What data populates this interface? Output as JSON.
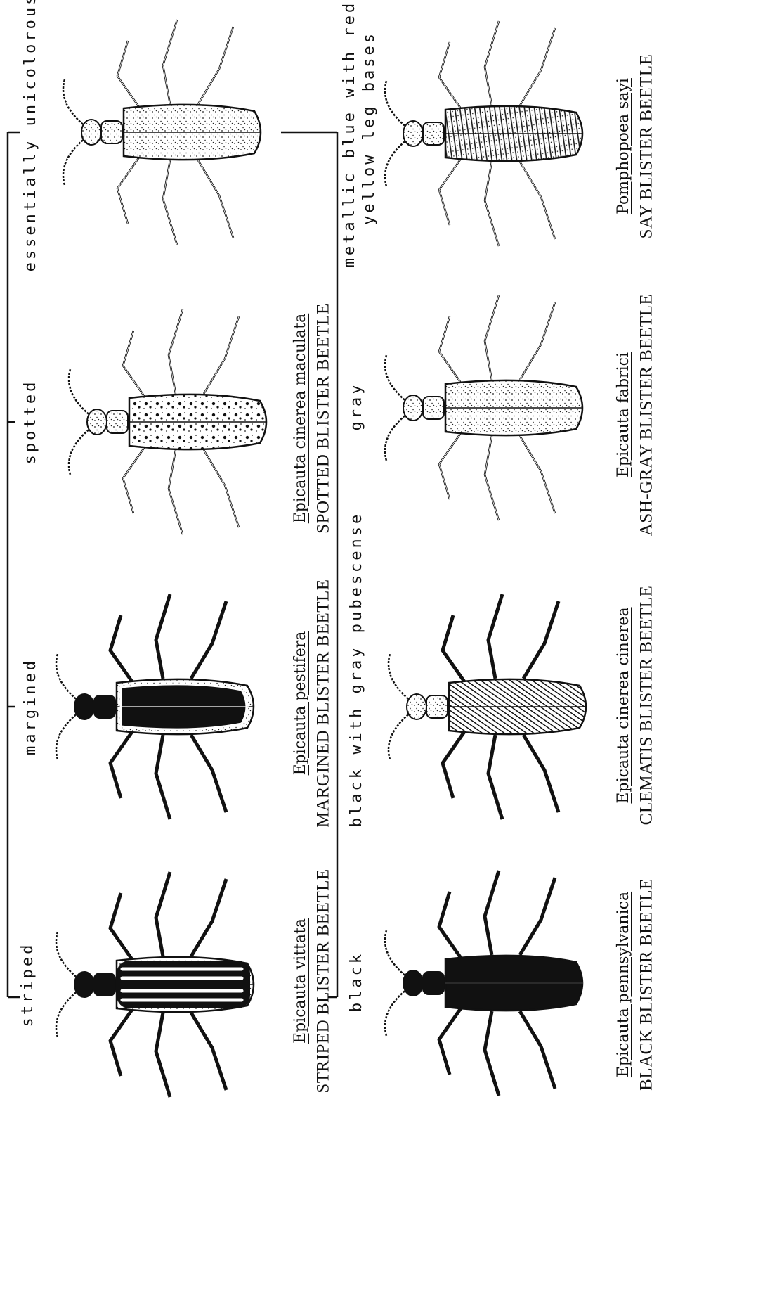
{
  "key_labels": {
    "striped": "striped",
    "margined": "margined",
    "spotted": "spotted",
    "unicolorous": "essentially unicolorous",
    "black": "black",
    "gray_pubescence": "black with gray pubescense",
    "gray": "gray",
    "metallic_line1": "metallic blue with red-",
    "metallic_line2": "yellow leg bases"
  },
  "species": [
    {
      "scientific": "Epicauta vittata",
      "common": "STRIPED BLISTER BEETLE",
      "pattern": "striped"
    },
    {
      "scientific": "Epicauta pestifera",
      "common": "MARGINED BLISTER BEETLE",
      "pattern": "margined"
    },
    {
      "scientific": "Epicauta cinerea maculata",
      "common": "SPOTTED BLISTER BEETLE",
      "pattern": "spotted"
    },
    {
      "scientific": "Epicauta pennsylvanica",
      "common": "BLACK BLISTER BEETLE",
      "pattern": "black"
    },
    {
      "scientific": "Epicauta cinerea cinerea",
      "common": "CLEMATIS BLISTER BEETLE",
      "pattern": "hatched"
    },
    {
      "scientific": "Epicauta fabrici",
      "common": "ASH-GRAY BLISTER BEETLE",
      "pattern": "gray"
    },
    {
      "scientific": "Pomphopoea sayi",
      "common": "SAY BLISTER BEETLE",
      "pattern": "metallic"
    }
  ]
}
